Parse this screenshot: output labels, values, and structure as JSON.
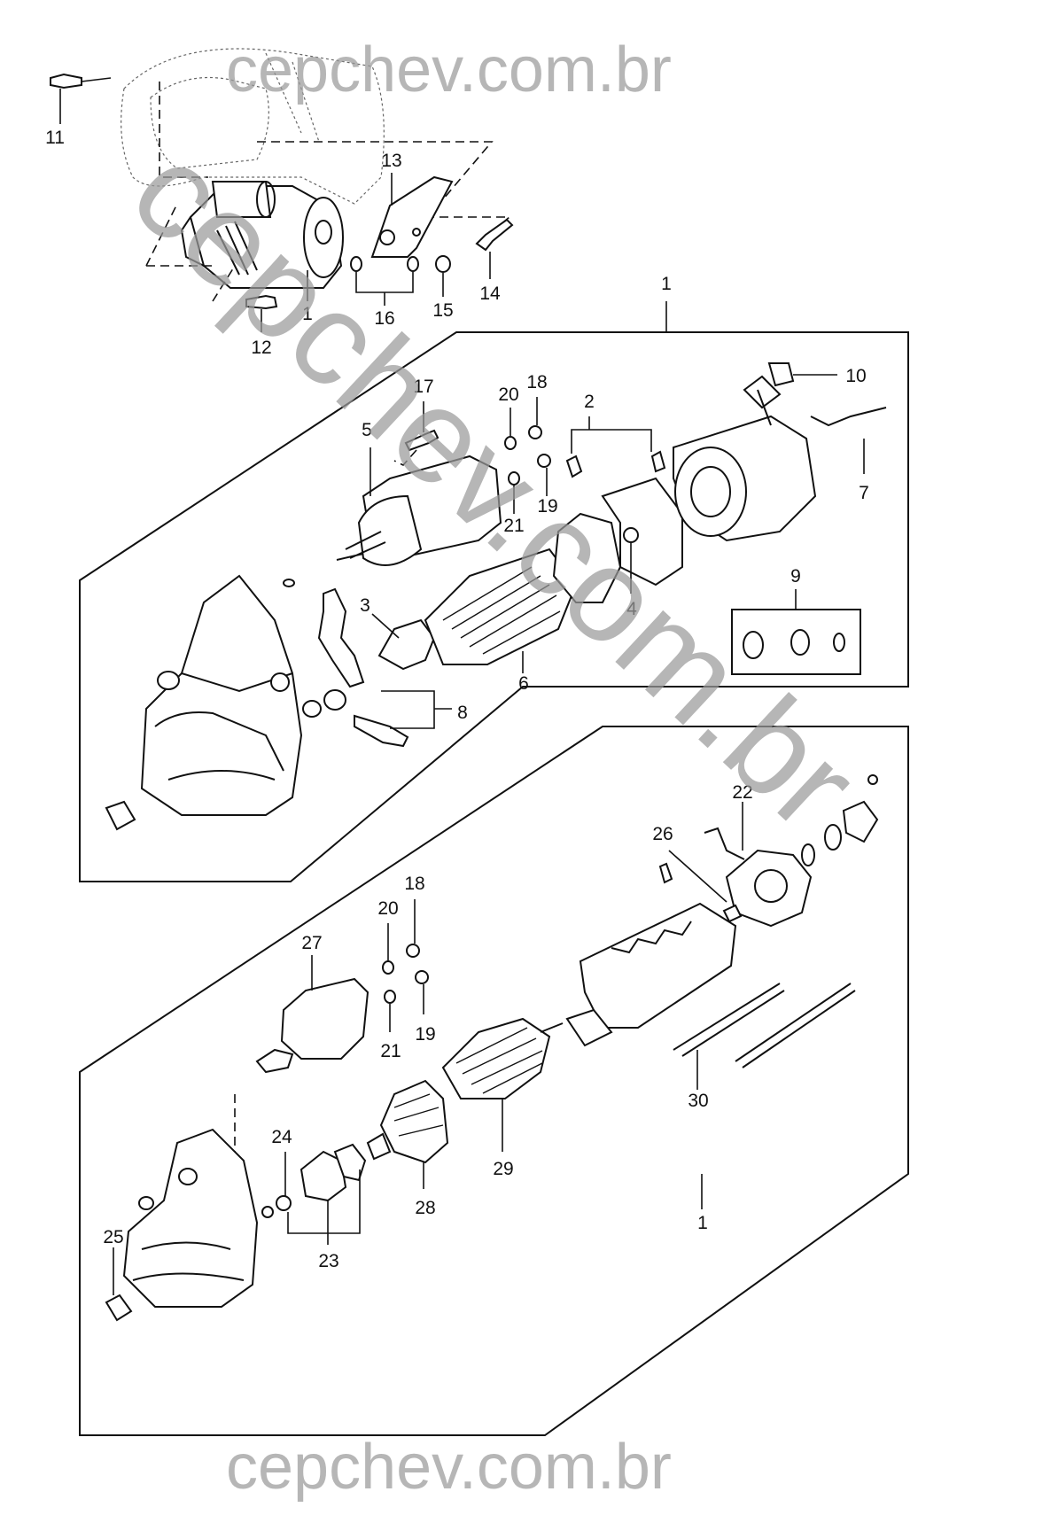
{
  "labels": {
    "l1_top": "1",
    "l1_upper_panel": "1",
    "l1_lower_panel": "1",
    "l2": "2",
    "l3": "3",
    "l4": "4",
    "l5": "5",
    "l6": "6",
    "l7": "7",
    "l8": "8",
    "l9": "9",
    "l10": "10",
    "l11": "11",
    "l12": "12",
    "l13": "13",
    "l14": "14",
    "l15": "15",
    "l16": "16",
    "l17": "17",
    "l18_upper": "18",
    "l19_upper": "19",
    "l20_upper": "20",
    "l21_upper": "21",
    "l18_lower": "18",
    "l19_lower": "19",
    "l20_lower": "20",
    "l21_lower": "21",
    "l22": "22",
    "l23": "23",
    "l24": "24",
    "l25": "25",
    "l26": "26",
    "l27": "27",
    "l28": "28",
    "l29": "29",
    "l30": "30"
  },
  "watermarks": {
    "top": "cepchev.com.br",
    "bottom": "cepchev.com.br",
    "diagonal": "cepchev.com.br"
  }
}
